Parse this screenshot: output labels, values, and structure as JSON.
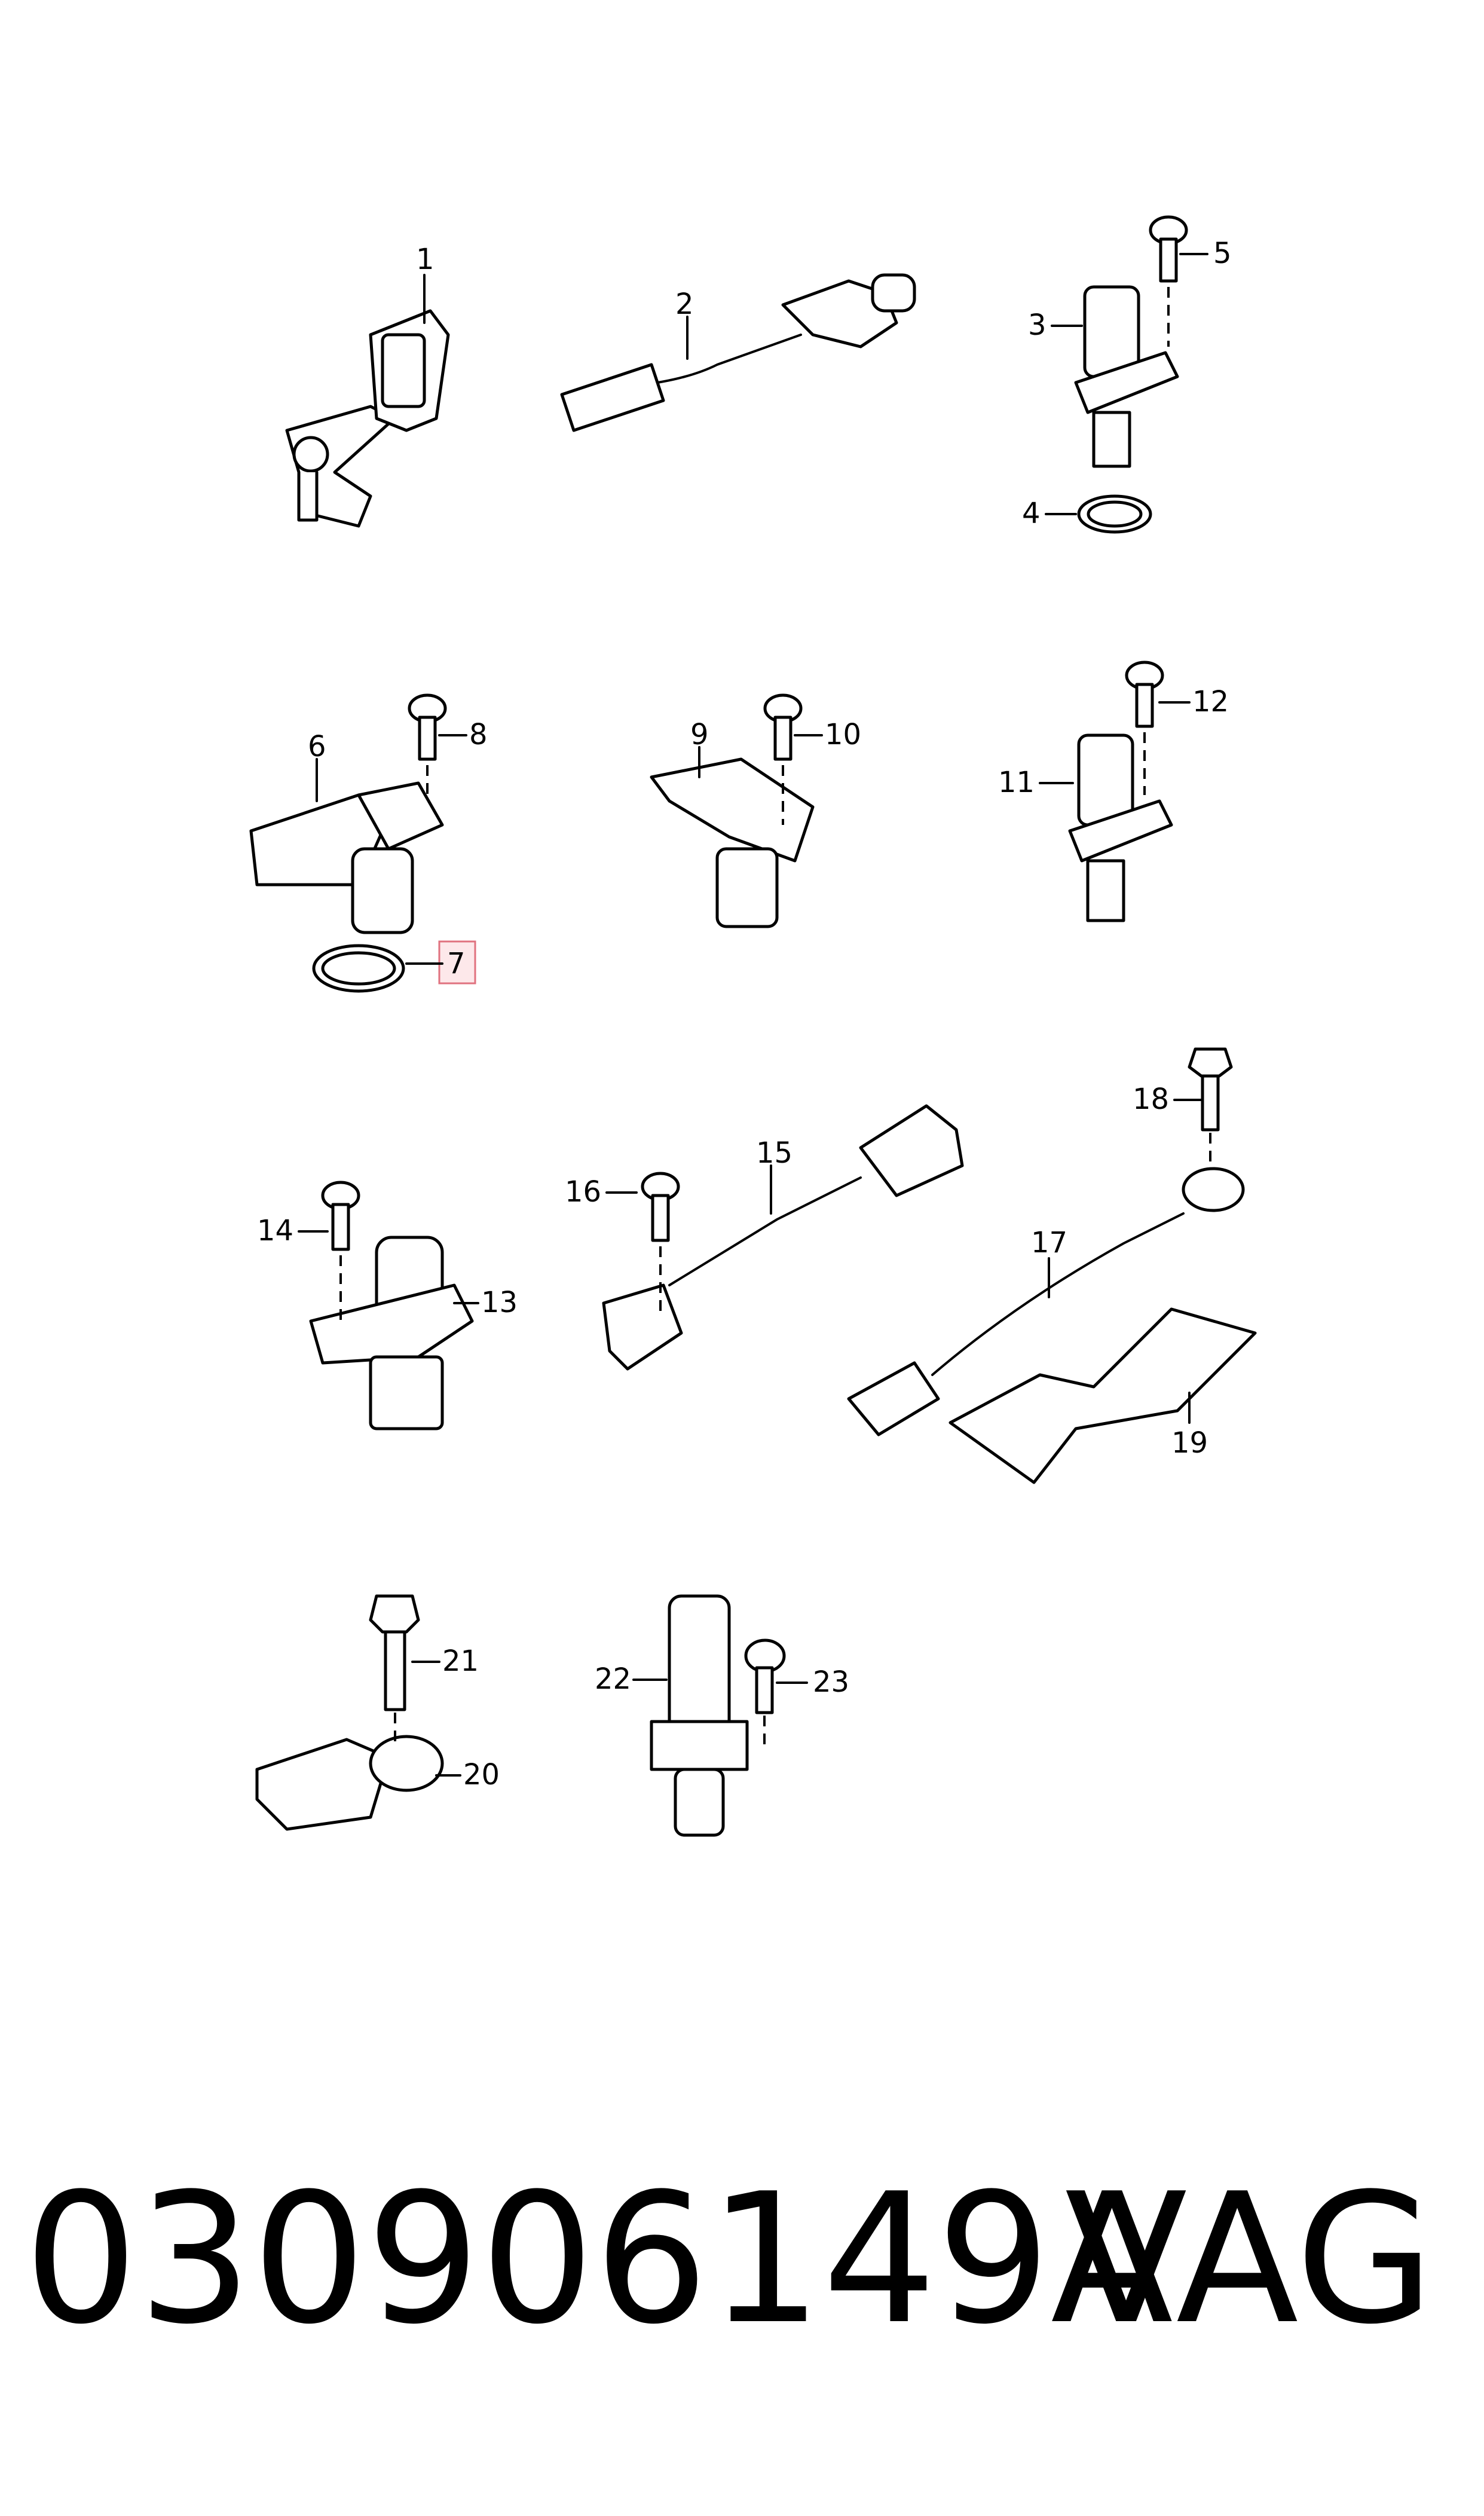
{
  "callouts": [
    "1",
    "2",
    "3",
    "4",
    "5",
    "6",
    "7",
    "8",
    "9",
    "10",
    "11",
    "12",
    "13",
    "14",
    "15",
    "16",
    "17",
    "18",
    "19",
    "20",
    "21",
    "22",
    "23"
  ],
  "highlighted_callout": "7",
  "highlight_color": "#e0727f",
  "footer": {
    "part_number": "030906149A",
    "brand": "VAG"
  }
}
